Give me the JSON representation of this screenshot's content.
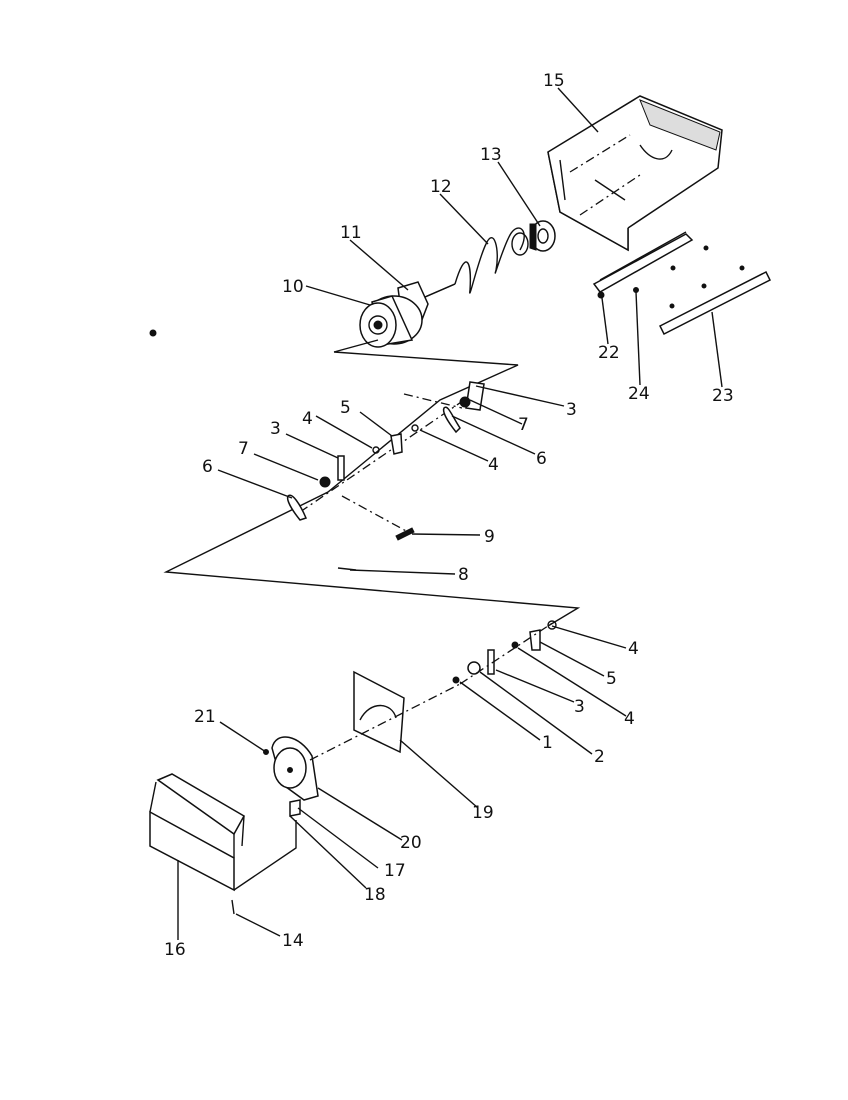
{
  "diagram": {
    "type": "exploded-parts-view",
    "callouts": [
      "15",
      "13",
      "12",
      "11",
      "10",
      "22",
      "24",
      "23",
      "3",
      "7",
      "5",
      "4",
      "6",
      "3",
      "7",
      "4",
      "6",
      "9",
      "8",
      "4",
      "5",
      "3",
      "4",
      "1",
      "2",
      "21",
      "19",
      "20",
      "17",
      "18",
      "16",
      "14"
    ]
  },
  "colors": {
    "ink": "#111111",
    "background": "#ffffff"
  }
}
